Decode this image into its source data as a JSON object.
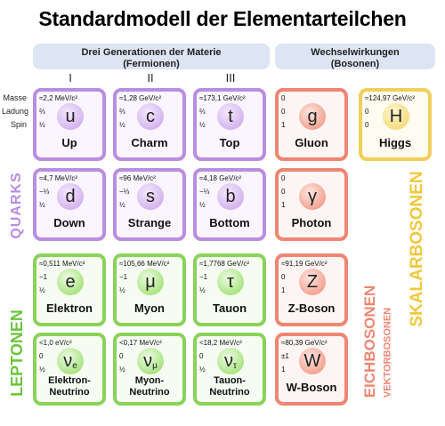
{
  "title": "Standardmodell der Elementarteilchen",
  "headers": {
    "fermions_line1": "Drei Generationen der Materie",
    "fermions_line2": "(Fermionen)",
    "bosons_line1": "Wechselwirkungen",
    "bosons_line2": "(Bosonen)"
  },
  "generations": [
    "I",
    "II",
    "III"
  ],
  "row_labels": {
    "mass": "Masse",
    "charge": "Ladung",
    "spin": "Spin"
  },
  "group_labels": {
    "quarks": "QUARKS",
    "leptons": "LEPTONEN",
    "gauge_bosons": "EICHBOSONEN",
    "vector_bosons": "VEKTORBOSONEN",
    "scalar_bosons": "SKALARBOSONEN"
  },
  "particles": {
    "up": {
      "mass": "≈2,2 MeV/c²",
      "charge": "⅔",
      "spin": "½",
      "symbol": "u",
      "name": "Up"
    },
    "charm": {
      "mass": "≈1,28 GeV/c²",
      "charge": "⅔",
      "spin": "½",
      "symbol": "c",
      "name": "Charm"
    },
    "top": {
      "mass": "≈173,1 GeV/c²",
      "charge": "⅔",
      "spin": "½",
      "symbol": "t",
      "name": "Top"
    },
    "gluon": {
      "mass": "0",
      "charge": "0",
      "spin": "1",
      "symbol": "g",
      "name": "Gluon"
    },
    "higgs": {
      "mass": "≈124,97 GeV/c²",
      "charge": "0",
      "spin": "0",
      "symbol": "H",
      "name": "Higgs"
    },
    "down": {
      "mass": "≈4,7 MeV/c²",
      "charge": "−⅓",
      "spin": "½",
      "symbol": "d",
      "name": "Down"
    },
    "strange": {
      "mass": "≈96 MeV/c²",
      "charge": "−⅓",
      "spin": "½",
      "symbol": "s",
      "name": "Strange"
    },
    "bottom": {
      "mass": "≈4,18 GeV/c²",
      "charge": "−⅓",
      "spin": "½",
      "symbol": "b",
      "name": "Bottom"
    },
    "photon": {
      "mass": "0",
      "charge": "0",
      "spin": "1",
      "symbol": "γ",
      "name": "Photon"
    },
    "electron": {
      "mass": "≈0,511 MeV/c²",
      "charge": "−1",
      "spin": "½",
      "symbol": "e",
      "name": "Elektron"
    },
    "muon": {
      "mass": "≈105,66 MeV/c²",
      "charge": "−1",
      "spin": "½",
      "symbol": "μ",
      "name": "Myon"
    },
    "tau": {
      "mass": "≈1,7768 GeV/c²",
      "charge": "−1",
      "spin": "½",
      "symbol": "τ",
      "name": "Tauon"
    },
    "z": {
      "mass": "≈91,19 GeV/c²",
      "charge": "0",
      "spin": "1",
      "symbol": "Z",
      "name": "Z-Boson"
    },
    "nu_e": {
      "mass": "<1,0 eV/c²",
      "charge": "0",
      "spin": "½",
      "symbol": "ν",
      "sub": "e",
      "name1": "Elektron-",
      "name2": "Neutrino"
    },
    "nu_mu": {
      "mass": "<0,17 MeV/c²",
      "charge": "0",
      "spin": "½",
      "symbol": "ν",
      "sub": "μ",
      "name1": "Myon-",
      "name2": "Neutrino"
    },
    "nu_tau": {
      "mass": "<18,2 MeV/c²",
      "charge": "0",
      "spin": "½",
      "symbol": "ν",
      "sub": "τ",
      "name1": "Tauon-",
      "name2": "Neutrino"
    },
    "w": {
      "mass": "≈80,39 GeV/c²",
      "charge": "±1",
      "spin": "1",
      "symbol": "W",
      "name": "W-Boson"
    }
  }
}
